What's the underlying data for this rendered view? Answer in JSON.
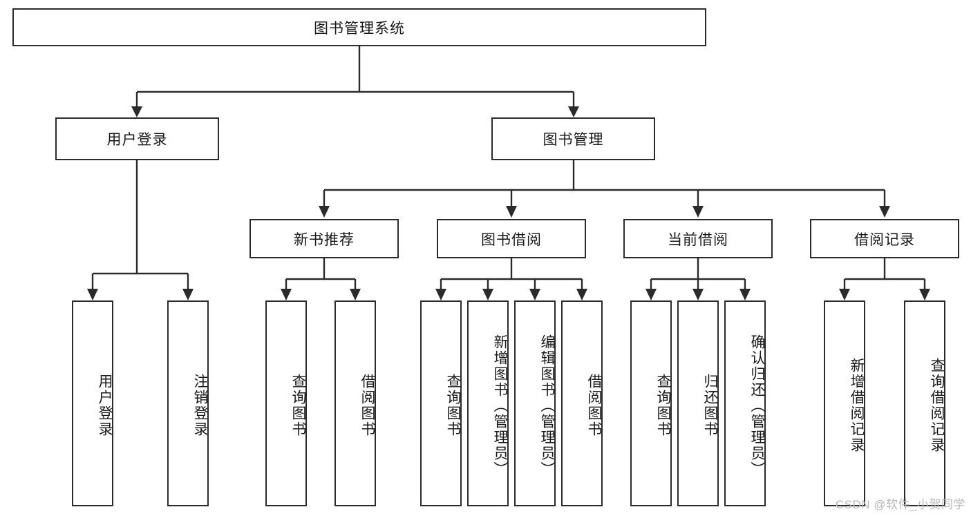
{
  "diagram": {
    "type": "tree-hierarchy",
    "title": "图书管理系统",
    "watermark": "CSDN @软件_小贺同学",
    "colors": {
      "stroke": "#2b2b2b",
      "fill": "#ffffff",
      "text": "#1a1a1a",
      "watermark": "#b9b9b9"
    },
    "root": {
      "label": "图书管理系统"
    },
    "level2": [
      {
        "label": "用户登录"
      },
      {
        "label": "图书管理"
      }
    ],
    "level3": [
      {
        "label": "新书推荐"
      },
      {
        "label": "图书借阅"
      },
      {
        "label": "当前借阅"
      },
      {
        "label": "借阅记录"
      }
    ],
    "leaves": {
      "user_login": [
        {
          "label": "用户登录"
        },
        {
          "label": "注销登录"
        }
      ],
      "new_book": [
        {
          "label": "查询图书"
        },
        {
          "label": "借阅图书"
        }
      ],
      "borrow_book": [
        {
          "label": "查询图书"
        },
        {
          "label": "新增图书（管理员）"
        },
        {
          "label": "编辑图书（管理员）"
        },
        {
          "label": "借阅图书"
        }
      ],
      "current_borrow": [
        {
          "label": "查询图书"
        },
        {
          "label": "归还图书"
        },
        {
          "label": "确认归还（管理员）"
        }
      ],
      "borrow_record": [
        {
          "label": "新增借阅记录"
        },
        {
          "label": "查询借阅记录"
        }
      ]
    }
  }
}
